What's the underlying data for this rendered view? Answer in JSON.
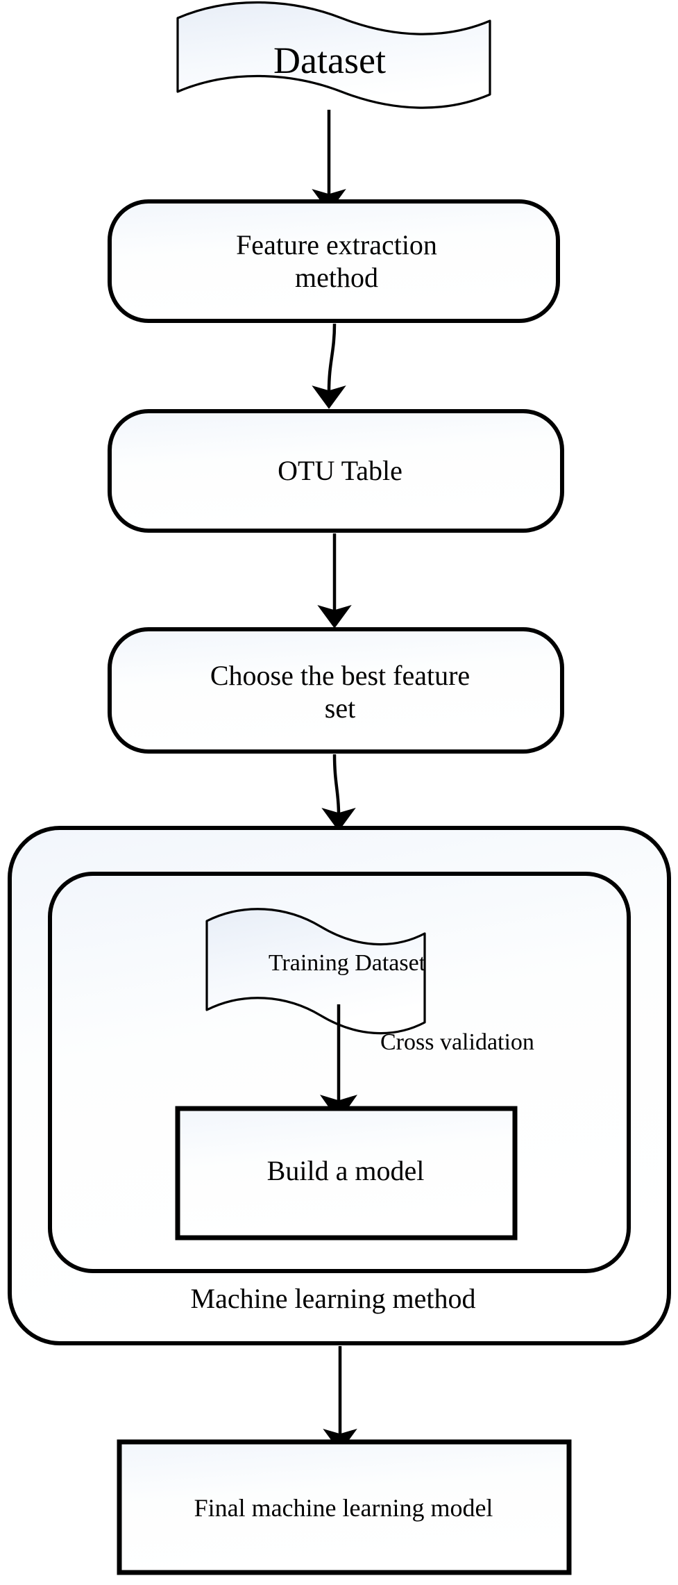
{
  "diagram": {
    "title": "Machine learning workflow flowchart",
    "background_color": "#ffffff",
    "stroke_color": "#000000",
    "fill_color": "#fbfcfe",
    "nodes": {
      "dataset": {
        "label": "Dataset",
        "shape": "wave-document"
      },
      "feature_extraction": {
        "label": "Feature extraction\nmethod",
        "shape": "rounded-rectangle"
      },
      "otu_table": {
        "label": "OTU Table",
        "shape": "rounded-rectangle"
      },
      "choose_feature_set": {
        "label": "Choose the best feature\nset",
        "shape": "rounded-rectangle"
      },
      "machine_learning_method": {
        "label": "Machine learning method",
        "shape": "rounded-container"
      },
      "cross_validation_container": {
        "label": "",
        "shape": "rounded-container"
      },
      "training_dataset": {
        "label": "Training Dataset",
        "shape": "wave-document"
      },
      "cross_validation": {
        "label": "Cross validation",
        "shape": "edge-label"
      },
      "build_model": {
        "label": "Build a model",
        "shape": "rectangle"
      },
      "final_model": {
        "label": "Final machine learning model",
        "shape": "rectangle"
      }
    },
    "edges": [
      {
        "from": "dataset",
        "to": "feature_extraction",
        "label": ""
      },
      {
        "from": "feature_extraction",
        "to": "otu_table",
        "label": ""
      },
      {
        "from": "otu_table",
        "to": "choose_feature_set",
        "label": ""
      },
      {
        "from": "choose_feature_set",
        "to": "machine_learning_method",
        "label": ""
      },
      {
        "from": "training_dataset",
        "to": "build_model",
        "label": "Cross validation"
      },
      {
        "from": "machine_learning_method",
        "to": "final_model",
        "label": ""
      }
    ]
  }
}
